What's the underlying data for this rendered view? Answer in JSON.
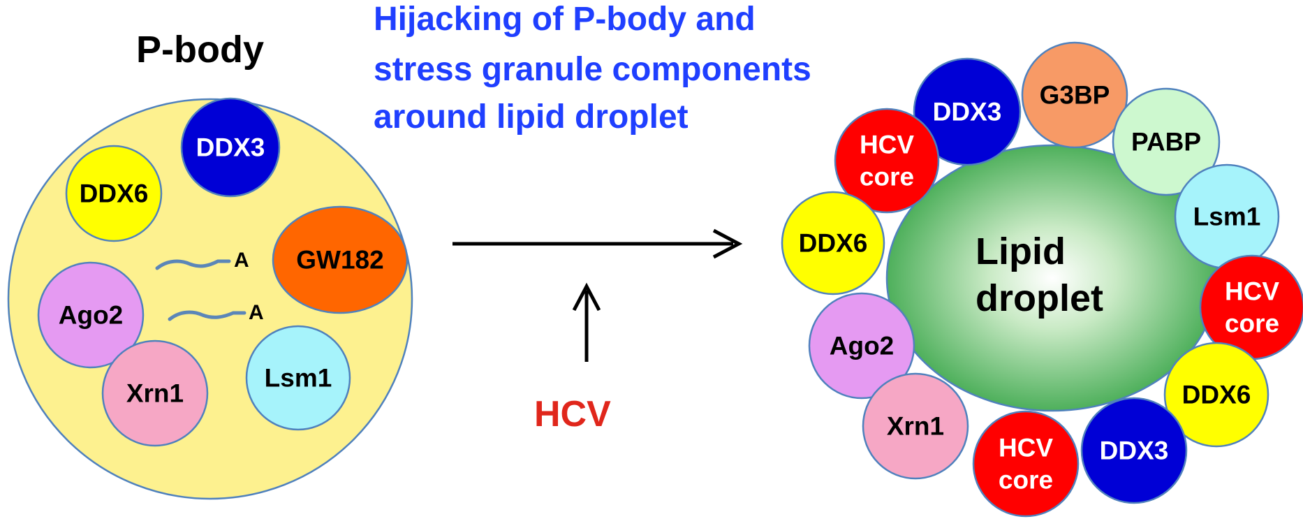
{
  "title_lines": [
    "Hijacking of P-body and",
    "stress granule components",
    "around lipid droplet"
  ],
  "pbody": {
    "title": "P-body",
    "fill": "#fdf18f",
    "components": [
      {
        "label": "DDX3",
        "fill": "#0000d6",
        "text_color": "#ffffff"
      },
      {
        "label": "DDX6",
        "fill": "#ffff00",
        "text_color": "#000000"
      },
      {
        "label": "GW182",
        "fill": "#ff6600",
        "text_color": "#000000"
      },
      {
        "label": "Ago2",
        "fill": "#e59af2",
        "text_color": "#000000"
      },
      {
        "label": "Xrn1",
        "fill": "#f6a7c5",
        "text_color": "#000000"
      },
      {
        "label": "Lsm1",
        "fill": "#a6f3fb",
        "text_color": "#000000"
      }
    ],
    "mrna": [
      {
        "label": "A"
      },
      {
        "label": "A"
      }
    ]
  },
  "hcv": {
    "label": "HCV",
    "color": "#e0261b"
  },
  "lipid_droplet": {
    "label_lines": [
      "Lipid",
      "droplet"
    ],
    "fill_center": "#ffffff",
    "fill_edge": "#3aa64a",
    "components": [
      {
        "label_lines": [
          "DDX3"
        ],
        "fill": "#0000d6",
        "text_color": "#ffffff"
      },
      {
        "label_lines": [
          "G3BP"
        ],
        "fill": "#f79a66",
        "text_color": "#000000"
      },
      {
        "label_lines": [
          "PABP"
        ],
        "fill": "#cdf8cf",
        "text_color": "#000000"
      },
      {
        "label_lines": [
          "HCV",
          "core"
        ],
        "fill": "#ff0000",
        "text_color": "#ffffff"
      },
      {
        "label_lines": [
          "Lsm1"
        ],
        "fill": "#a6f3fb",
        "text_color": "#000000"
      },
      {
        "label_lines": [
          "DDX6"
        ],
        "fill": "#ffff00",
        "text_color": "#000000"
      },
      {
        "label_lines": [
          "HCV",
          "core"
        ],
        "fill": "#ff0000",
        "text_color": "#ffffff"
      },
      {
        "label_lines": [
          "Ago2"
        ],
        "fill": "#e59af2",
        "text_color": "#000000"
      },
      {
        "label_lines": [
          "DDX6"
        ],
        "fill": "#ffff00",
        "text_color": "#000000"
      },
      {
        "label_lines": [
          "Xrn1"
        ],
        "fill": "#f6a7c5",
        "text_color": "#000000"
      },
      {
        "label_lines": [
          "HCV",
          "core"
        ],
        "fill": "#ff0000",
        "text_color": "#ffffff"
      },
      {
        "label_lines": [
          "DDX3"
        ],
        "fill": "#0000d6",
        "text_color": "#ffffff"
      }
    ]
  }
}
